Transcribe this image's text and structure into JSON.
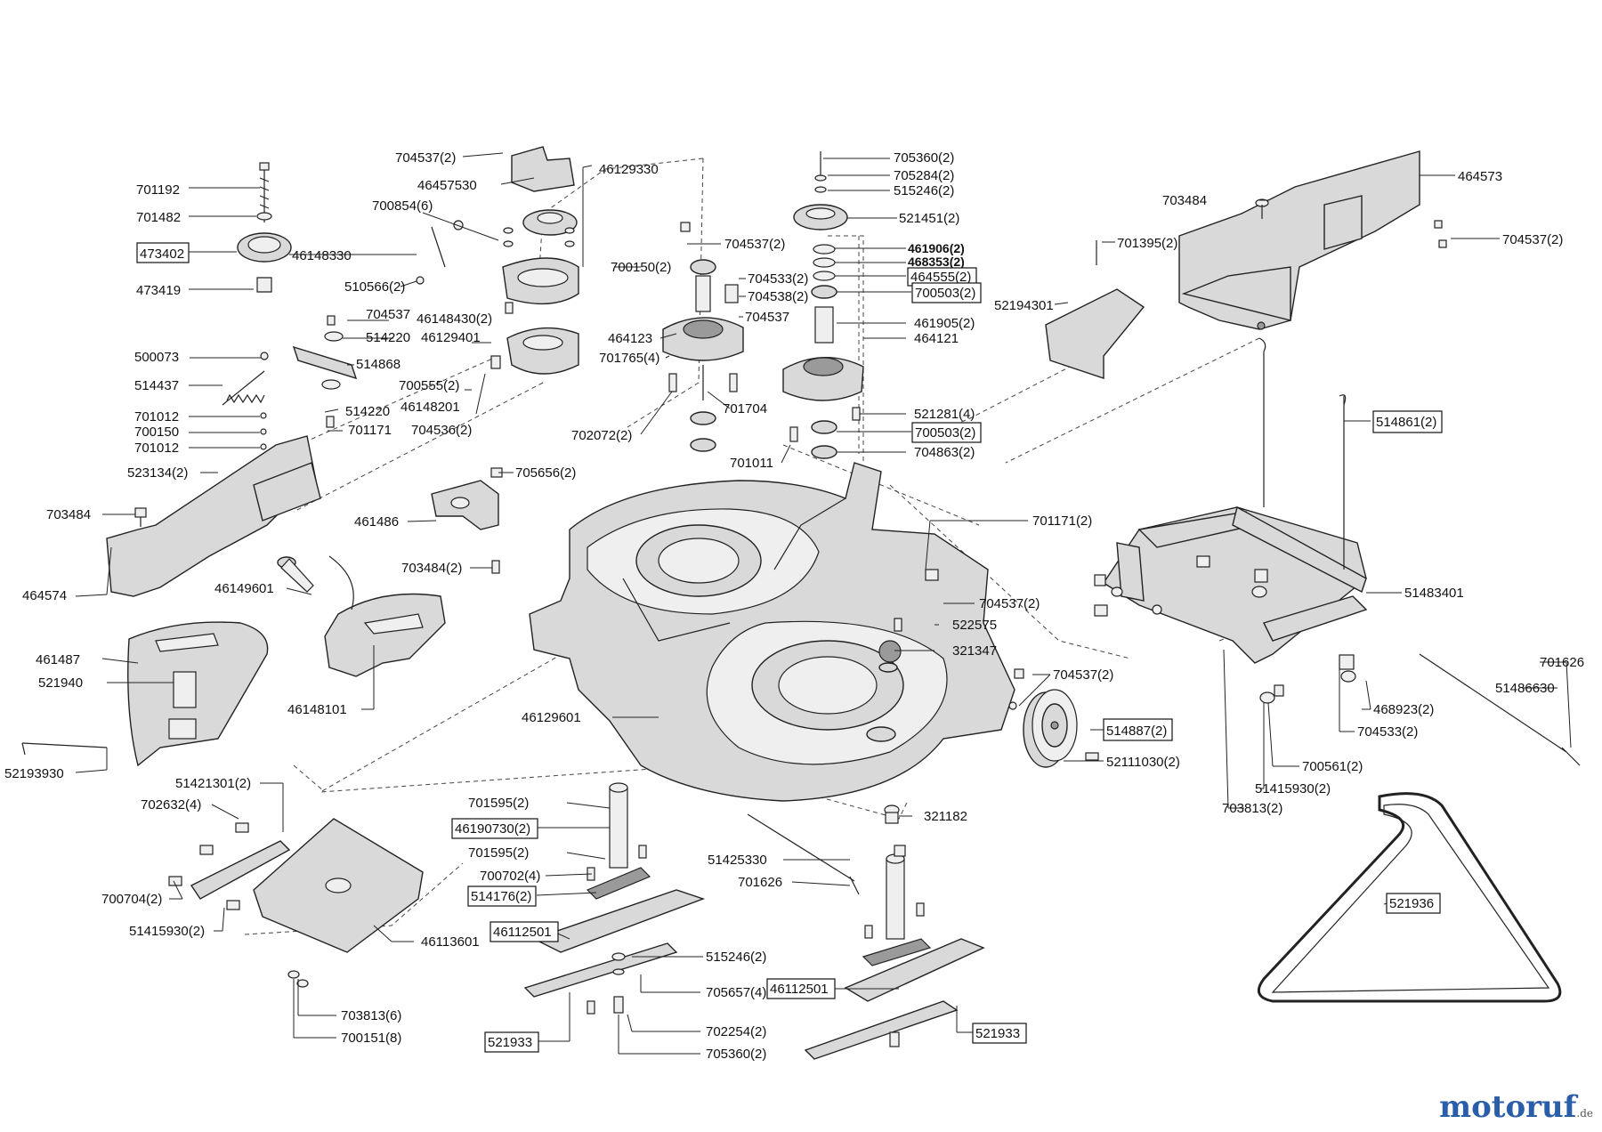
{
  "diagram": {
    "labels": {
      "p704537_2_top": "704537(2)",
      "p46129330": "46129330",
      "p46457530": "46457530",
      "p701192": "701192",
      "p701482": "701482",
      "p473402": "473402",
      "p46148330": "46148330",
      "p473419": "473419",
      "p700854_6": "700854(6)",
      "p510566_2": "510566(2)",
      "p704537_a": "704537",
      "p514220_a": "514220",
      "p46129401": "46129401",
      "p46148430_2": "46148430(2)",
      "p500073": "500073",
      "p514868": "514868",
      "p514437": "514437",
      "p700555_2": "700555(2)",
      "p514220_b": "514220",
      "p46148201": "46148201",
      "p701012_a": "701012",
      "p700150": "700150",
      "p701171": "701171",
      "p704536_2": "704536(2)",
      "p701012_b": "701012",
      "p523134_2": "523134(2)",
      "p703484_a": "703484",
      "p464574": "464574",
      "p705360_2_a": "705360(2)",
      "p705284_2": "705284(2)",
      "p515246_2_a": "515246(2)",
      "p521451_2": "521451(2)",
      "p704537_2_b": "704537(2)",
      "p700150_2": "700150(2)",
      "p704533_2_a": "704533(2)",
      "p704538_2": "704538(2)",
      "p704537_b": "704537",
      "p464123": "464123",
      "p701765_4": "701765(4)",
      "p461906_2": "461906(2)",
      "p468353_2": "468353(2)",
      "p464555_2": "464555(2)",
      "p700503_2_a": "700503(2)",
      "p461905_2": "461905(2)",
      "p464121": "464121",
      "p521281_4": "521281(4)",
      "p700503_2_b": "700503(2)",
      "p704863_2": "704863(2)",
      "p702072_2": "702072(2)",
      "p701704": "701704",
      "p701011": "701011",
      "p705656_2": "705656(2)",
      "p461486": "461486",
      "p703484_2": "703484(2)",
      "p46149601": "46149601",
      "p46148101": "46148101",
      "p461487": "461487",
      "p521940": "521940",
      "p52193930": "52193930",
      "p703484_b": "703484",
      "p464573": "464573",
      "p704537_2_c": "704537(2)",
      "p701395_2": "701395(2)",
      "p52194301": "52194301",
      "p514861_2": "514861(2)",
      "p701171_2": "701171(2)",
      "p704537_2_d": "704537(2)",
      "p522575": "522575",
      "p321347": "321347",
      "p51483401": "51483401",
      "p704537_2_e": "704537(2)",
      "p514887_2": "514887(2)",
      "p52111030_2": "52111030(2)",
      "p46129601": "46129601",
      "p701626_a": "701626",
      "p51486630": "51486630",
      "p468923_2": "468923(2)",
      "p704533_2_b": "704533(2)",
      "p700561_2": "700561(2)",
      "p51415930_2_a": "51415930(2)",
      "p703813_2": "703813(2)",
      "p321182": "321182",
      "p51421301_2": "51421301(2)",
      "p702632_4": "702632(4)",
      "p700704_2": "700704(2)",
      "p51415930_2_b": "51415930(2)",
      "p46113601": "46113601",
      "p703813_6": "703813(6)",
      "p700151_8": "700151(8)",
      "p701595_2_a": "701595(2)",
      "p46190730_2": "46190730(2)",
      "p701595_2_b": "701595(2)",
      "p700702_4": "700702(4)",
      "p514176_2": "514176(2)",
      "p46112501_a": "46112501",
      "p515246_2_b": "515246(2)",
      "p705657_4": "705657(4)",
      "p702254_2": "702254(2)",
      "p705360_2_b": "705360(2)",
      "p521933_a": "521933",
      "p51425330": "51425330",
      "p701626_b": "701626",
      "p46112501_b": "46112501",
      "p521933_b": "521933",
      "p521936": "521936"
    },
    "logo": {
      "text_main": "motoruf",
      "text_domain": ".de"
    }
  }
}
